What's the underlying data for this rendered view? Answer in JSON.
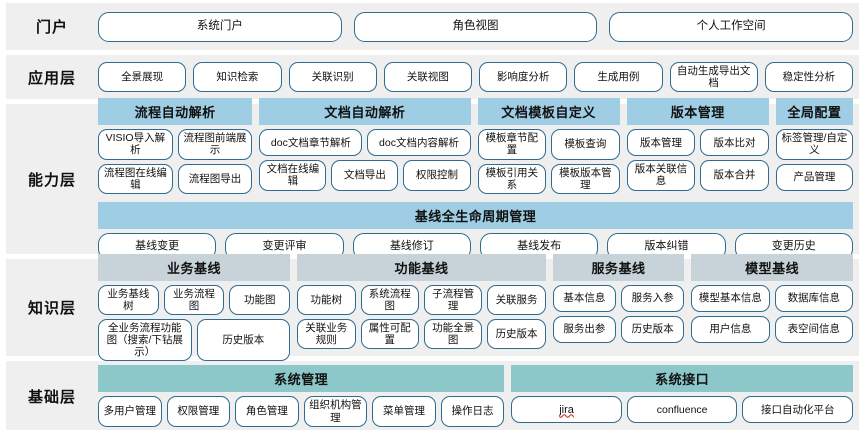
{
  "bands": [
    {
      "id": "portal",
      "label": "门户",
      "type": "pills",
      "items": [
        "系统门户",
        "角色视图",
        "个人工作空间"
      ]
    },
    {
      "id": "application",
      "label": "应用层",
      "type": "pills",
      "items": [
        "全景展现",
        "知识检索",
        "关联识别",
        "关联视图",
        "影响度分析",
        "生成用例",
        "自动生成导出文档",
        "稳定性分析"
      ]
    },
    {
      "id": "capability",
      "label": "能力层",
      "type": "groups",
      "head_color": "blue",
      "groups": [
        {
          "title": "流程自动解析",
          "flex": 152,
          "rows": [
            [
              "VISIO导入解析",
              "流程图前端展示"
            ],
            [
              "流程图在线编辑",
              "流程图导出"
            ]
          ]
        },
        {
          "title": "文档自动解析",
          "flex": 208,
          "rows": [
            [
              "doc文档章节解析",
              "doc文档内容解析"
            ],
            [
              "文档在线编辑",
              "文档导出",
              "权限控制"
            ]
          ]
        },
        {
          "title": "文档模板自定义",
          "flex": 140,
          "rows": [
            [
              "模板章节配置",
              "模板查询"
            ],
            [
              "模板引用关系",
              "模板版本管理"
            ]
          ]
        },
        {
          "title": "版本管理",
          "flex": 140,
          "rows": [
            [
              "版本管理",
              "版本比对"
            ],
            [
              "版本关联信息",
              "版本合并"
            ]
          ]
        },
        {
          "title": "全局配置",
          "flex": 76,
          "rows": [
            [
              "标签管理/自定义"
            ],
            [
              "产品管理"
            ]
          ]
        }
      ],
      "subsection": {
        "title": "基线全生命周期管理",
        "head_color": "blue",
        "items": [
          "基线变更",
          "变更评审",
          "基线修订",
          "基线发布",
          "版本纠错",
          "变更历史"
        ]
      }
    },
    {
      "id": "knowledge",
      "label": "知识层",
      "type": "groups",
      "head_color": "gray",
      "groups": [
        {
          "title": "业务基线",
          "flex": 190,
          "rows": [
            [
              "业务基线树",
              "业务流程图",
              "功能图"
            ],
            [
              "全业务流程功能图（搜索/下钻展示）",
              "历史版本"
            ]
          ]
        },
        {
          "title": "功能基线",
          "flex": 246,
          "rows": [
            [
              "功能树",
              "系统流程图",
              "子流程管理",
              "关联服务"
            ],
            [
              "关联业务规则",
              "属性可配置",
              "功能全景图",
              "历史版本"
            ]
          ]
        },
        {
          "title": "服务基线",
          "flex": 130,
          "rows": [
            [
              "基本信息",
              "服务入参"
            ],
            [
              "服务出参",
              "历史版本"
            ]
          ]
        },
        {
          "title": "模型基线",
          "flex": 160,
          "rows": [
            [
              "模型基本信息",
              "数据库信息"
            ],
            [
              "用户信息",
              "表空间信息"
            ]
          ]
        }
      ]
    },
    {
      "id": "foundation",
      "label": "基础层",
      "type": "groups",
      "head_color": "teal",
      "groups": [
        {
          "title": "系统管理",
          "flex": 390,
          "rows": [
            [
              "多用户管理",
              "权限管理",
              "角色管理",
              "组织机构管理",
              "菜单管理",
              "操作日志"
            ]
          ]
        },
        {
          "title": "系统接口",
          "flex": 328,
          "rows": [
            [
              "jira",
              "confluence",
              "接口自动化平台"
            ]
          ],
          "spellcheck_items": [
            "jira"
          ]
        }
      ]
    }
  ],
  "colors": {
    "band_background": "#efefef",
    "pill_border": "#2f6b8f",
    "head_blue": "#9ecde4",
    "head_gray": "#c7d3d9",
    "head_teal": "#8cc7c9",
    "page_background": "#ffffff",
    "spell_underline": "#d32f2f"
  }
}
